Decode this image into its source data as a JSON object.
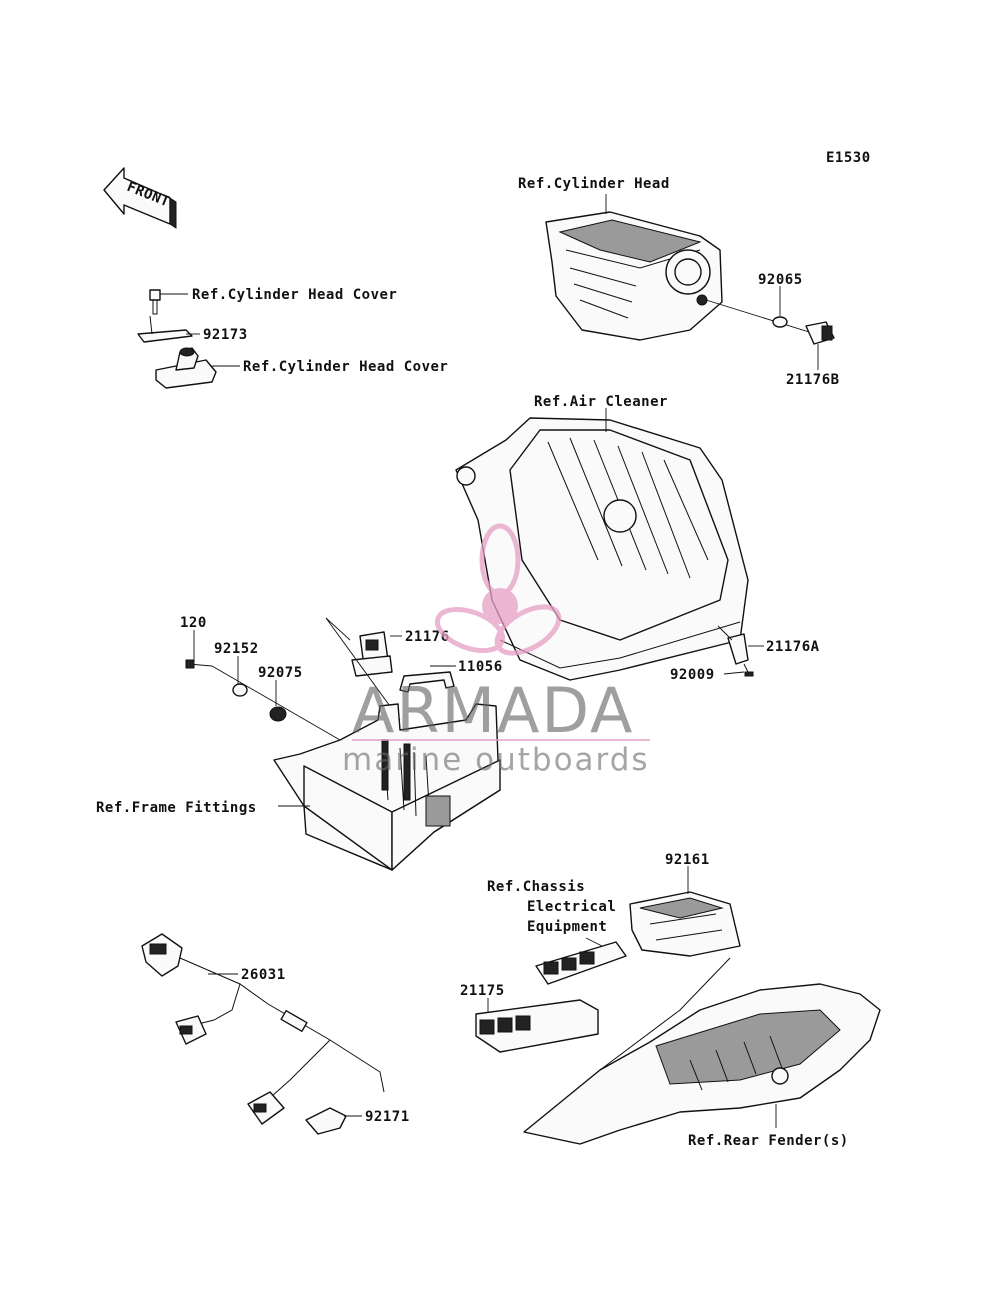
{
  "diagram_code": "E1530",
  "direction_label": "FRONT",
  "references": {
    "cylinder_head": "Ref.Cylinder Head",
    "cylinder_head_cover_top": "Ref.Cylinder Head Cover",
    "cylinder_head_cover_bottom": "Ref.Cylinder Head Cover",
    "air_cleaner": "Ref.Air Cleaner",
    "frame_fittings": "Ref.Frame Fittings",
    "chassis_line1": "Ref.Chassis",
    "chassis_line2": "Electrical",
    "chassis_line3": "Equipment",
    "rear_fender": "Ref.Rear Fender(s)"
  },
  "parts": {
    "p92065": "92065",
    "p21176B": "21176B",
    "p92173": "92173",
    "p120": "120",
    "p92152": "92152",
    "p92075": "92075",
    "p21176": "21176",
    "p11056": "11056",
    "p21176A": "21176A",
    "p92009": "92009",
    "p92161": "92161",
    "p26031": "26031",
    "p21175": "21175",
    "p92171": "92171"
  },
  "watermark": {
    "brand": "ARMADA",
    "tagline": "marine outboards",
    "accent_color": "#e6a0c4"
  }
}
